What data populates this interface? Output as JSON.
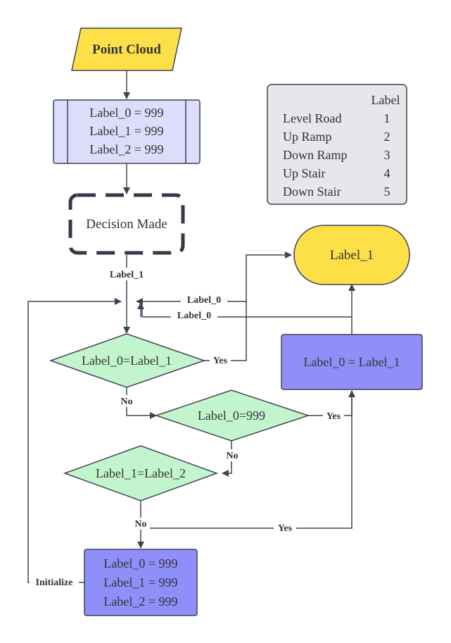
{
  "colors": {
    "yellow": "#fde047",
    "process_light": "#dcdcfb",
    "process_dark": "#8f8ffa",
    "decision": "#c2f5cd",
    "legend_bg": "#e6e7ea",
    "line": "#3d4451"
  },
  "start": {
    "text": "Point Cloud"
  },
  "init_box": {
    "lines": [
      "Label_0 = 999",
      "Label_1 = 999",
      "Label_2 = 999"
    ]
  },
  "decision_made": {
    "text": "Decision Made"
  },
  "end": {
    "text": "Label_1"
  },
  "legend": {
    "header": "Label",
    "rows": [
      {
        "name": "Level Road",
        "value": "1"
      },
      {
        "name": "Up Ramp",
        "value": "2"
      },
      {
        "name": "Down Ramp",
        "value": "3"
      },
      {
        "name": "Up Stair",
        "value": "4"
      },
      {
        "name": "Down Stair",
        "value": "5"
      }
    ]
  },
  "decisions": {
    "d1": "Label_0=Label_1",
    "d2": "Label_0=999",
    "d3": "Label_1=Label_2"
  },
  "assign_box": {
    "text": "Label_0 = Label_1"
  },
  "reset_box": {
    "lines": [
      "Label_0 = 999",
      "Label_1 = 999",
      "Label_2 = 999"
    ]
  },
  "edge_labels": {
    "label1_out": "Label_1",
    "label0_loop_a": "Label_0",
    "label0_loop_b": "Label_0",
    "d1_yes": "Yes",
    "d1_no": "No",
    "d2_yes": "Yes",
    "d2_no": "No",
    "d3_no": "No",
    "d3_yes": "Yes",
    "initialize": "Initialize"
  }
}
